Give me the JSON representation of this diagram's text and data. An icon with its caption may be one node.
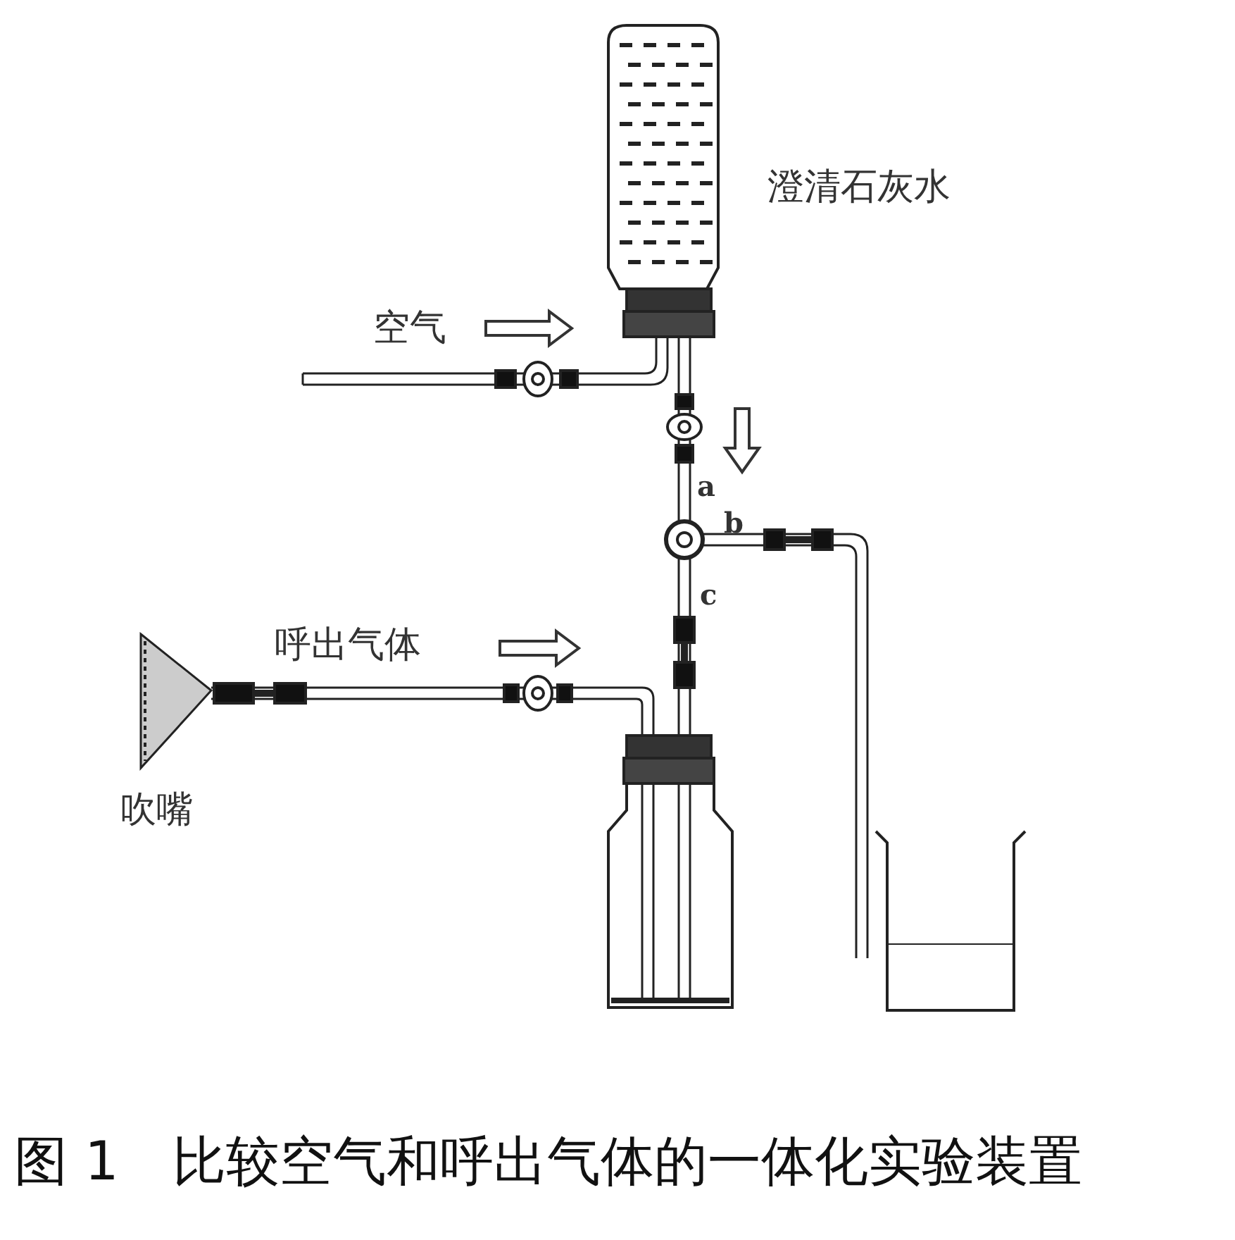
{
  "diagram": {
    "caption": "图 1　比较空气和呼出气体的一体化实验装置",
    "labels": [
      "澄清石灰水",
      "空气",
      "a",
      "b",
      "c",
      "呼出气体",
      "吹嘴"
    ]
  }
}
